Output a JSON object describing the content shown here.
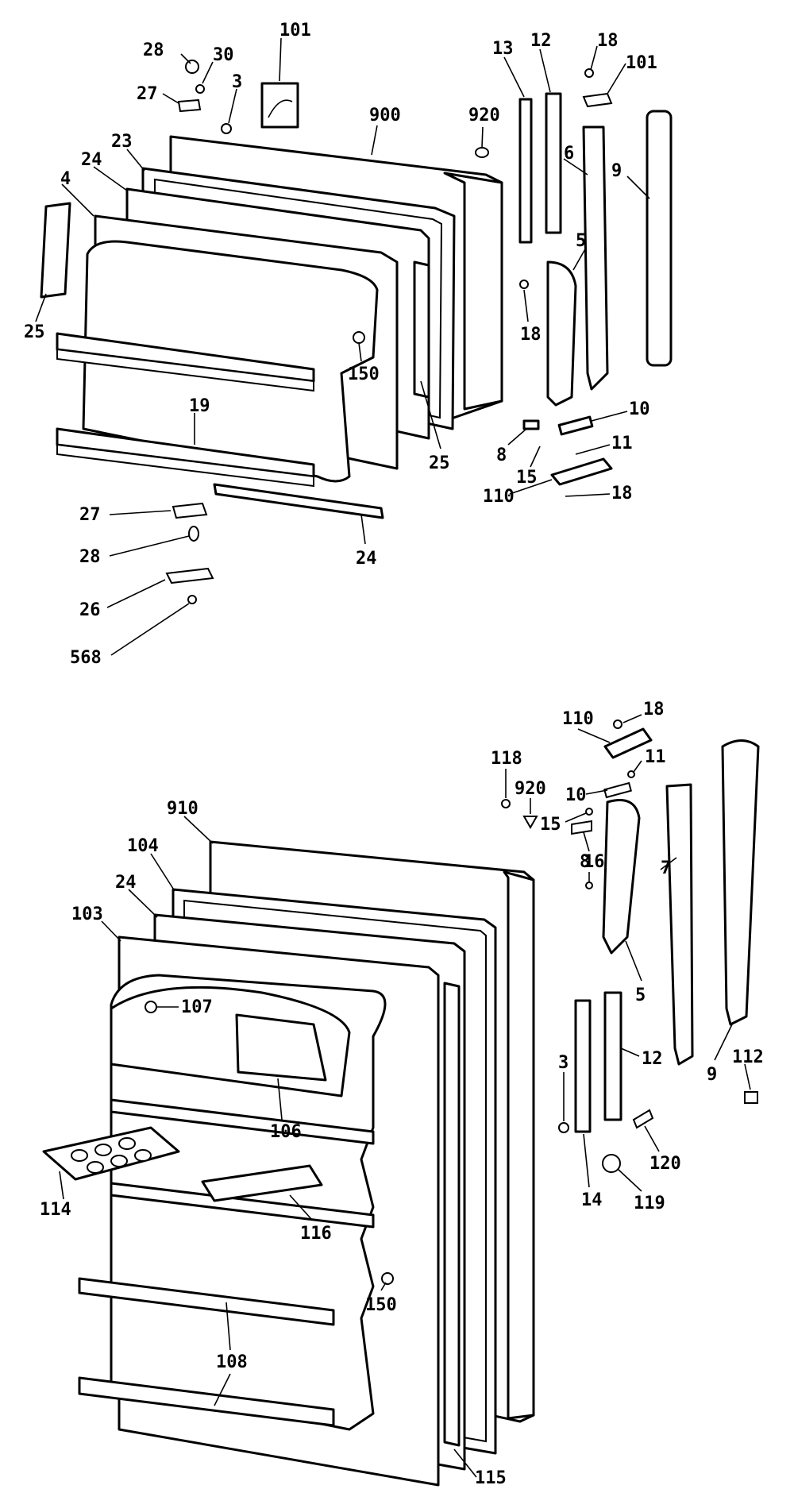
{
  "upper_door_callouts": [
    "28",
    "30",
    "27",
    "3",
    "101",
    "900",
    "920",
    "13",
    "12",
    "18",
    "101",
    "6",
    "9",
    "23",
    "24",
    "4",
    "25",
    "5",
    "18",
    "150",
    "19",
    "25",
    "10",
    "8",
    "15",
    "11",
    "110",
    "18",
    "27",
    "28",
    "24",
    "26",
    "568"
  ],
  "lower_door_callouts": [
    "110",
    "18",
    "118",
    "920",
    "11",
    "10",
    "15",
    "8",
    "910",
    "104",
    "24",
    "103",
    "107",
    "7",
    "16",
    "9",
    "5",
    "106",
    "112",
    "12",
    "3",
    "120",
    "114",
    "116",
    "14",
    "119",
    "150",
    "108",
    "115"
  ],
  "colors": {
    "line": "#000000",
    "background": "#ffffff"
  }
}
